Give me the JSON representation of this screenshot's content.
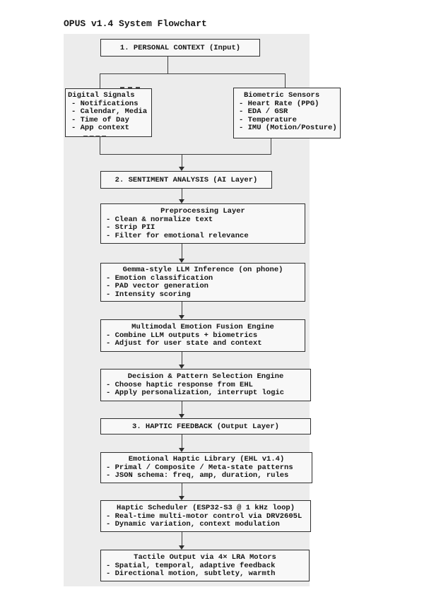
{
  "title": "OPUS v1.4 System Flowchart",
  "colors": {
    "page_background": "#ffffff",
    "panel_background": "#ececec",
    "box_fill": "#f8f8f8",
    "box_border": "#2e2e2e",
    "line": "#3d3d3d",
    "text": "#161616"
  },
  "boxes": {
    "personal_context": {
      "label": "1. PERSONAL CONTEXT (Input)"
    },
    "digital_signals": {
      "header": "Digital Signals",
      "items": [
        "- Notifications",
        "- Calendar, Media",
        "- Time of Day",
        "- App context"
      ]
    },
    "biometric_sensors": {
      "header": "Biometric Sensors",
      "items": [
        "- Heart Rate (PPG)",
        "- EDA / GSR",
        "- Temperature",
        "- IMU (Motion/Posture)"
      ]
    },
    "sentiment_analysis": {
      "label": "2. SENTIMENT ANALYSIS (AI Layer)"
    },
    "preprocessing": {
      "header": "Preprocessing Layer",
      "items": [
        "- Clean & normalize text",
        "- Strip PII",
        "- Filter for emotional relevance"
      ]
    },
    "llm_inference": {
      "header": "Gemma-style LLM Inference (on phone)",
      "items": [
        "- Emotion classification",
        "- PAD vector generation",
        "- Intensity scoring"
      ]
    },
    "fusion_engine": {
      "header": "Multimodal Emotion Fusion Engine",
      "items": [
        "- Combine LLM outputs + biometrics",
        "- Adjust for user state and context"
      ]
    },
    "decision_engine": {
      "header": "Decision & Pattern Selection Engine",
      "items": [
        "- Choose haptic response from EHL",
        "- Apply personalization, interrupt logic"
      ]
    },
    "haptic_feedback": {
      "label": "3. HAPTIC FEEDBACK (Output Layer)"
    },
    "haptic_library": {
      "header": "Emotional Haptic Library (EHL v1.4)",
      "items": [
        "- Primal / Composite / Meta-state patterns",
        "- JSON schema: freq, amp, duration, rules"
      ]
    },
    "haptic_scheduler": {
      "header": "Haptic Scheduler (ESP32-S3 @ 1 kHz loop)",
      "items": [
        "- Real-time multi-motor control via DRV2605L",
        "- Dynamic variation, context modulation"
      ]
    },
    "tactile_output": {
      "header": "Tactile Output via 4× LRA Motors",
      "items": [
        "- Spatial, temporal, adaptive feedback",
        "- Directional motion, subtlety, warmth"
      ]
    }
  }
}
